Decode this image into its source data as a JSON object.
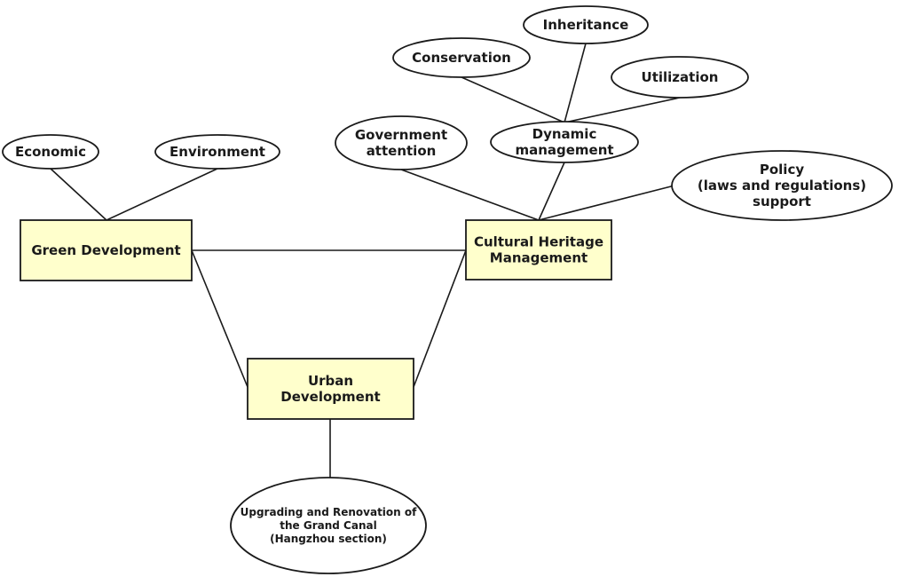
{
  "nodes": {
    "green_development": {
      "lines": [
        "Green Development"
      ]
    },
    "cultural_heritage": {
      "lines": [
        "Cultural Heritage",
        "Management"
      ]
    },
    "urban_development": {
      "lines": [
        "Urban",
        "Development"
      ]
    },
    "economic": {
      "lines": [
        "Economic"
      ]
    },
    "environment": {
      "lines": [
        "Environment"
      ]
    },
    "government_attention": {
      "lines": [
        "Government",
        "attention"
      ]
    },
    "dynamic_management": {
      "lines": [
        "Dynamic",
        "management"
      ]
    },
    "policy_support": {
      "lines": [
        "Policy",
        "(laws and regulations)",
        "support"
      ]
    },
    "conservation": {
      "lines": [
        "Conservation"
      ]
    },
    "inheritance": {
      "lines": [
        "Inheritance"
      ]
    },
    "utilization": {
      "lines": [
        "Utilization"
      ]
    },
    "grand_canal": {
      "lines": [
        "Upgrading and Renovation of",
        "the Grand Canal",
        "(Hangzhou section)"
      ]
    }
  },
  "edges": [
    [
      "economic",
      "green_development"
    ],
    [
      "environment",
      "green_development"
    ],
    [
      "green_development",
      "cultural_heritage"
    ],
    [
      "green_development",
      "urban_development"
    ],
    [
      "cultural_heritage",
      "urban_development"
    ],
    [
      "government_attention",
      "cultural_heritage"
    ],
    [
      "dynamic_management",
      "cultural_heritage"
    ],
    [
      "policy_support",
      "cultural_heritage"
    ],
    [
      "conservation",
      "dynamic_management"
    ],
    [
      "inheritance",
      "dynamic_management"
    ],
    [
      "utilization",
      "dynamic_management"
    ],
    [
      "urban_development",
      "grand_canal"
    ]
  ],
  "colors": {
    "box_fill": "#ffffcc",
    "stroke": "#1a1a1a",
    "text": "#1a1a1a",
    "ellipse_fill": "#ffffff"
  }
}
